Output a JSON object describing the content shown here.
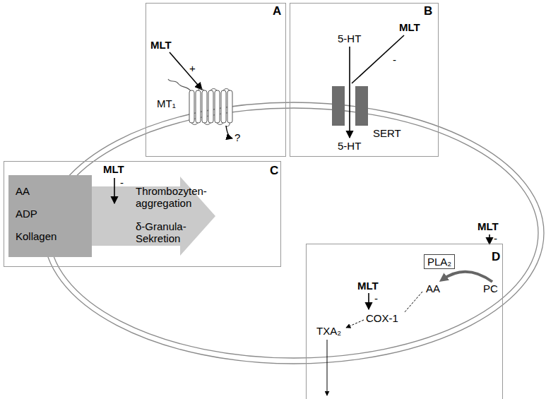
{
  "diagram": {
    "nodes": [
      {
        "text": [
          "A",
          "MLT",
          "+",
          "MT₁",
          "?"
        ]
      },
      {
        "text": [
          "B",
          "5-HT",
          "MLT",
          "-",
          "SERT",
          "5-HT"
        ]
      },
      {
        "text": [
          "C",
          "MLT",
          "-",
          "Thrombozyten- aggregation",
          "δ-Granula- Sekretion"
        ]
      },
      {
        "text": [
          "AA",
          "ADP",
          "Kollagen"
        ],
        "in": 2
      },
      {
        "text": [
          "D",
          "MLT",
          "-",
          "COX-1",
          "TXA₂",
          "AA",
          "PC"
        ]
      },
      {
        "text": [
          "PLA₂"
        ],
        "in": 4
      }
    ],
    "labels": [
      "MLT",
      "-"
    ]
  }
}
